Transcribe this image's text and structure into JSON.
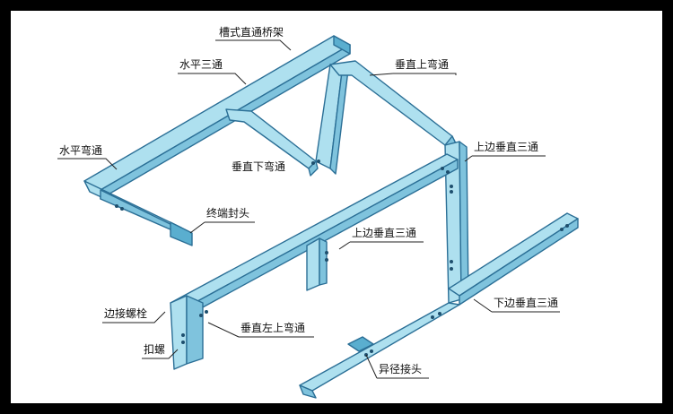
{
  "labels": {
    "trough_straight": "槽式直通桥架",
    "horizontal_tee": "水平三通",
    "horizontal_elbow": "水平弯通",
    "vertical_down_elbow": "垂直下弯通",
    "vertical_up_elbow": "垂直上弯通",
    "top_edge_vertical_tee_right": "上边垂直三通",
    "end_cap": "终端封头",
    "top_edge_vertical_tee_center": "上边垂直三通",
    "edge_connect_bolt": "边接螺栓",
    "vertical_left_up_elbow": "垂直左上弯通",
    "buckle_screw": "扣螺",
    "bottom_edge_vertical_tee": "下边垂直三通",
    "reducer_joint": "异径接头"
  },
  "colors": {
    "frame_border": "#000000",
    "tray_fill": "#aee0ef",
    "tray_side": "#7fc3dd",
    "tray_outline": "#2b6f96"
  }
}
